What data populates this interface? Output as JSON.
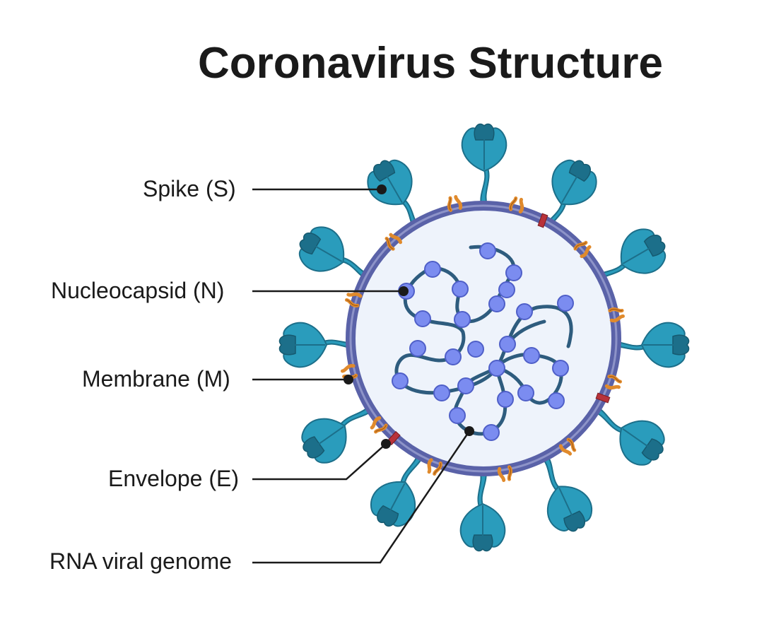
{
  "title": "Coronavirus Structure",
  "labels": {
    "spike": "Spike (S)",
    "nucleocapsid": "Nucleocapsid (N)",
    "membrane": "Membrane (M)",
    "envelope": "Envelope (E)",
    "rna": "RNA viral genome"
  },
  "colors": {
    "spike": "#2a9cbc",
    "spike_dark": "#1c6f8a",
    "membrane_ring": "#5a62a8",
    "membrane_protein": "#e08a2c",
    "envelope_protein": "#b8323a",
    "interior": "#eef3fb",
    "nucleocapsid": "#7b8cf0",
    "rna": "#2e5c7e",
    "leader": "#1a1a1a"
  }
}
